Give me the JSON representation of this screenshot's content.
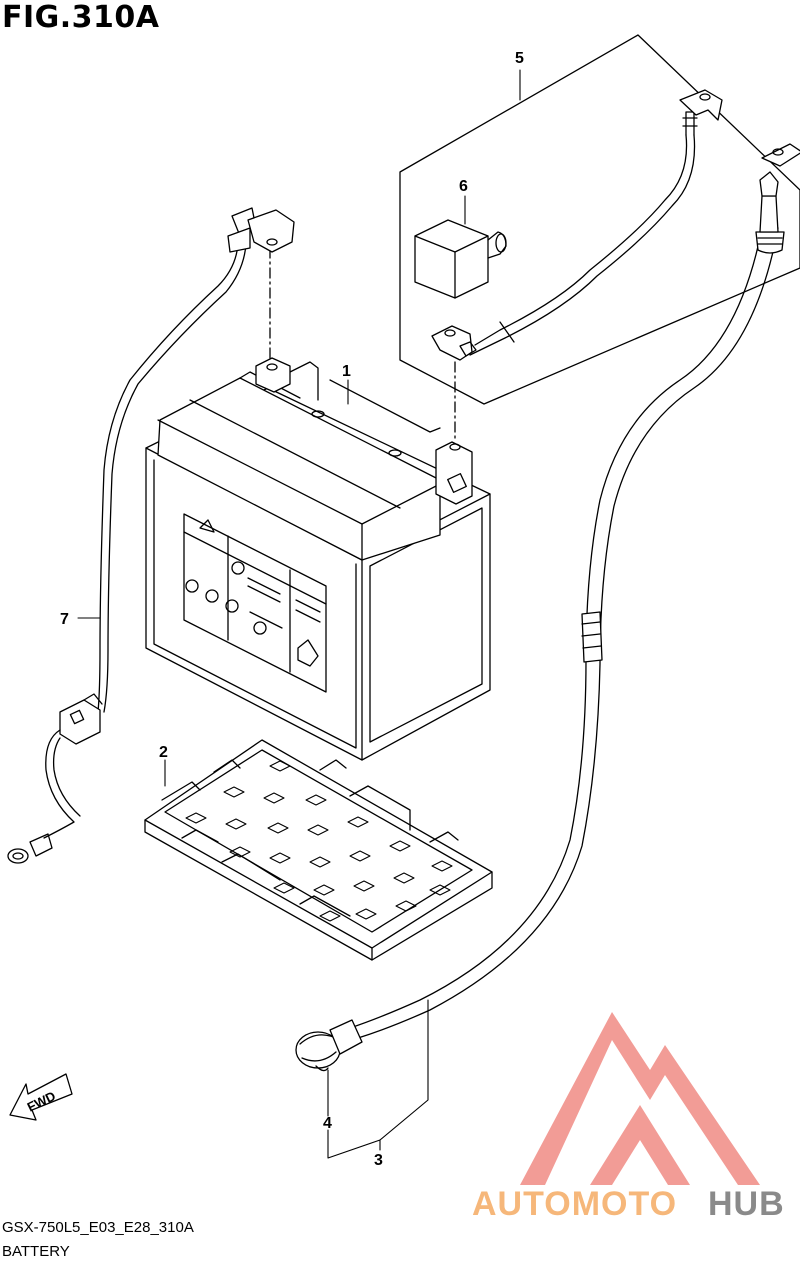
{
  "figure": {
    "title": "FIG.310A"
  },
  "footer": {
    "model_code": "GSX-750L5_E03_E28_310A",
    "section_name": "BATTERY"
  },
  "callouts": [
    "1",
    "2",
    "3",
    "4",
    "5",
    "6",
    "7"
  ],
  "direction_indicator": {
    "label": "FWD",
    "icon": "forward-arrow-icon"
  },
  "watermark": {
    "word_part_1": "AUTOMOTO",
    "word_part_2": "HUB"
  },
  "colors": {
    "line": "#000000",
    "watermark_red": "#f08b84",
    "watermark_orange": "#f6b77a",
    "watermark_gray": "#8a8a8a"
  }
}
